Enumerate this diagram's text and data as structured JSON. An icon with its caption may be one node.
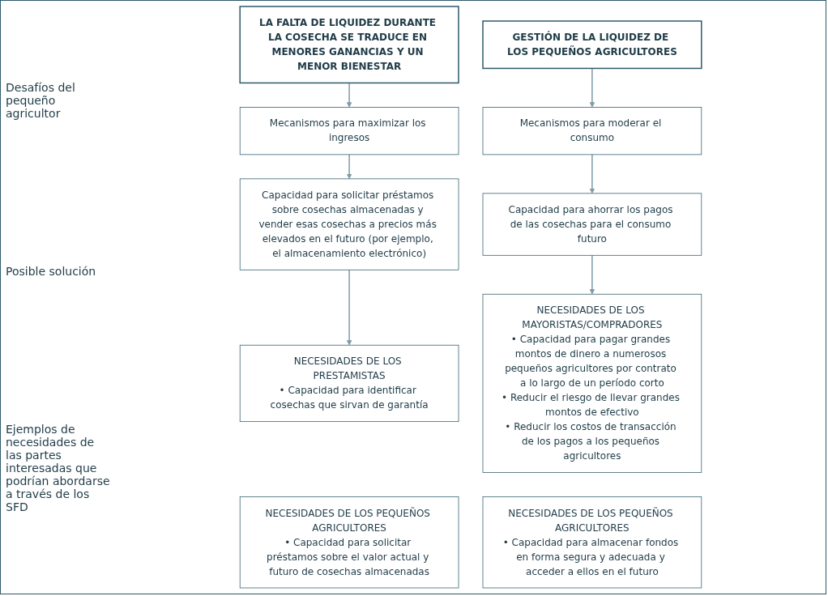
{
  "diagram": {
    "nodes": [
      {
        "text": [
          "LA FALTA DE LIQUIDEZ DURANTE LA COSECHA SE TRADUCE EN MENORES GANANCIAS Y UN MENOR BIENESTAR"
        ]
      },
      {
        "text": [
          "GESTIÓN DE LA LIQUIDEZ DE LOS PEQUEÑOS AGRICULTORES"
        ]
      },
      {
        "text": [
          "Mecanismos para maximizar los ingresos"
        ]
      },
      {
        "text": [
          "Mecanismos para moderar el consumo"
        ]
      },
      {
        "text": [
          "Capacidad para solicitar préstamos sobre cosechas almacenadas y vender esas cosechas a precios más elevados en el futuro (por ejemplo, el almacenamiento electrónico)"
        ]
      },
      {
        "text": [
          "Capacidad para ahorrar los pagos de las cosechas para el consumo futuro"
        ]
      },
      {
        "text": [
          "NECESIDADES DE LOS PRESTAMISTAS",
          "• Capacidad para identificar cosechas que sirvan de garantía"
        ]
      },
      {
        "text": [
          "NECESIDADES DE LOS PEQUEÑOS AGRICULTORES",
          "• Capacidad para solicitar préstamos sobre el valor actual y futuro de cosechas almacenadas"
        ]
      },
      {
        "text": [
          "NECESIDADES DE LOS MAYORISTAS/COMPRADORES",
          "• Capacidad para pagar grandes montos de dinero a numerosos pequeños agricultores por contrato a lo largo de un período corto",
          "• Reducir el riesgo de llevar grandes montos de efectivo",
          "• Reducir los costos de transacción de los pagos a los pequeños agricultores"
        ]
      },
      {
        "text": [
          "NECESIDADES DE LOS PEQUEÑOS AGRICULTORES",
          "• Capacidad para almacenar fondos en forma segura y adecuada y acceder a ellos en el futuro"
        ]
      }
    ],
    "edges": [
      {
        "from": 0,
        "to": 2,
        "arrow": "to"
      },
      {
        "from": 2,
        "to": 4,
        "arrow": "to"
      },
      {
        "from": 4,
        "to": 6,
        "arrow": "to"
      },
      {
        "from": 1,
        "to": 3,
        "arrow": "to"
      },
      {
        "from": 3,
        "to": 5,
        "arrow": "to"
      },
      {
        "from": 5,
        "to": 8,
        "arrow": "to"
      }
    ],
    "labels": [
      "Desafíos del pequeño agricultor",
      "Posible solución",
      "Ejemplos de necesidades de las partes interesadas que podrían abordarse a través de los SFD"
    ]
  }
}
